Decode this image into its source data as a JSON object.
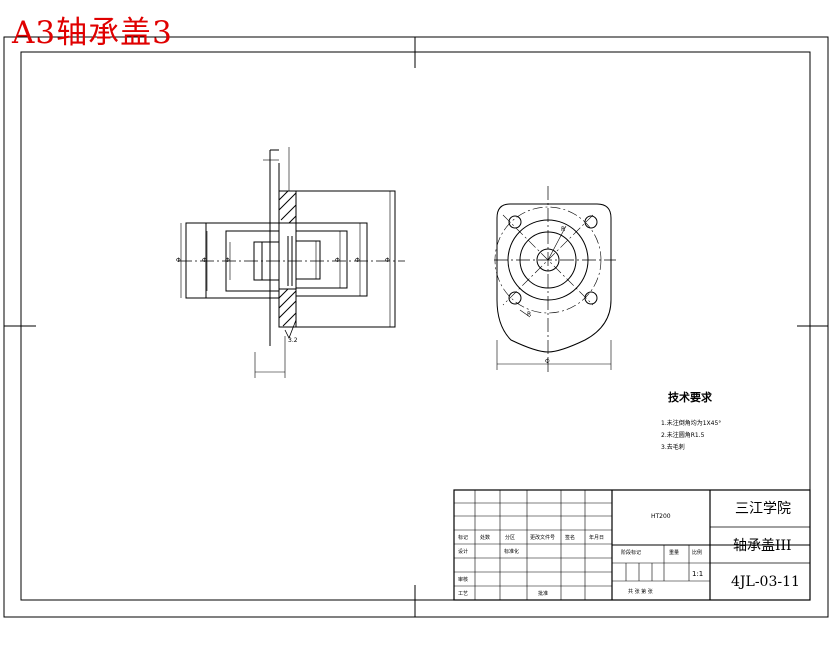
{
  "header": {
    "title": "A3轴承盖3"
  },
  "technical_requirements": {
    "title": "技术要求",
    "notes": [
      "1.未注倒角均为1X45°",
      "2.未注圆角R1.5",
      "3.去毛刺"
    ]
  },
  "title_block": {
    "material": "HT200",
    "school": "三江学院",
    "part_name": "轴承盖III",
    "drawing_number": "4JL-03-11",
    "scale": "1:1",
    "stage_label": "阶段标记",
    "weight_label": "重量",
    "ratio_label": "比例",
    "sheet_label": "共 张 第 张",
    "mark_label": "标记",
    "count_label": "处数",
    "zone_label": "分区",
    "change_doc_label": "更改文件号",
    "signature_label": "签名",
    "date_label": "年月日",
    "designer_label": "设计",
    "standardization_label": "标准化",
    "reviewer_label": "审核",
    "process_label": "工艺",
    "approve_label": "批准"
  },
  "dimensions": {
    "front_view": [
      "Φ",
      "Φ",
      "Φ",
      "Φ",
      "Φ",
      "Φ",
      "3.2"
    ],
    "side_view": [
      "R",
      "R",
      "Φ"
    ]
  },
  "colors": {
    "line": "#000000",
    "title_red": "#e00000"
  }
}
